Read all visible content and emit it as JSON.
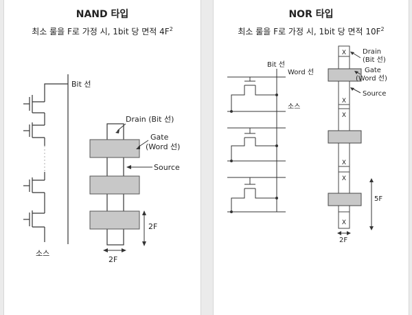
{
  "nand": {
    "title": "NAND 타입",
    "subtitle_main": "최소 룰을 F로 가정 시, 1bit 당 면적 4F",
    "subtitle_exp": "2",
    "labels": {
      "bit_line": "Bit 선",
      "source_line": "소스",
      "drain": "Drain (Bit 선)",
      "gate_l1": "Gate",
      "gate_l2": "(Word 선)",
      "source": "Source",
      "dim_v": "2F",
      "dim_h": "2F"
    }
  },
  "nor": {
    "title": "NOR 타입",
    "subtitle_main": "최소 룰을 F로 가정 시, 1bit 당 면적 10F",
    "subtitle_exp": "2",
    "labels": {
      "bit_line": "Bit 선",
      "word_line": "Word 선",
      "source_line": "소스",
      "drain_l1": "Drain",
      "drain_l2": "(Bit 선)",
      "gate_l1": "Gate",
      "gate_l2": "(Word 선)",
      "source": "Source",
      "dim_v": "5F",
      "dim_h": "2F",
      "contact_mark": "X"
    }
  }
}
